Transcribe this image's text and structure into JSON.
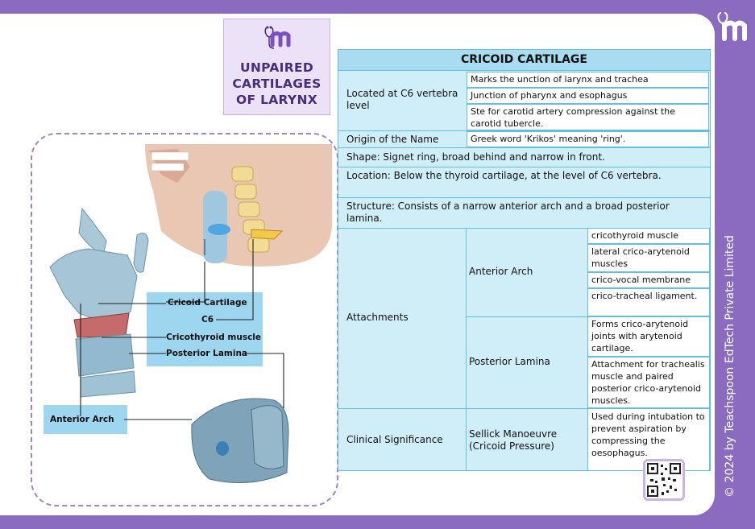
{
  "title": {
    "lines": [
      "UNPAIRED",
      "CARTILAGES",
      "OF LARYNX"
    ]
  },
  "copyright": "© 2024 by Teachspoon EdTech Private Limited",
  "table": {
    "header": "CRICOID CARTILAGE",
    "located": {
      "label": "Located at C6 vertebra level",
      "items": [
        "Marks the unction of larynx and trachea",
        "Junction of pharynx and esophagus",
        "Ste for carotid artery compression against the carotid tubercle."
      ]
    },
    "origin": {
      "label": "Origin of the Name",
      "value": "Greek word 'Krikos' meaning 'ring'."
    },
    "shape": "Shape: Signet ring, broad behind and narrow in front.",
    "location": "Location: Below the thyroid cartilage, at the level of C6 vertebra.",
    "structure": "Structure: Consists of a narrow anterior arch and a broad posterior lamina.",
    "attachments": {
      "label": "Attachments",
      "anterior_arch": {
        "label": "Anterior Arch",
        "items": [
          "cricothyroid muscle",
          "lateral crico-arytenoid muscles",
          "crico-vocal membrane",
          "crico-tracheal ligament."
        ]
      },
      "posterior_lamina": {
        "label": "Posterior Lamina",
        "items": [
          "Forms crico-arytenoid joints with arytenoid cartilage.",
          "Attachment for trachealis muscle and paired posterior crico-arytenoid muscles."
        ]
      }
    },
    "clinical": {
      "label": "Clinical Significance",
      "sub": "Sellick Manoeuvre (Cricoid Pressure)",
      "value": "Used during intubation to prevent aspiration by compressing the oesophagus."
    }
  },
  "diagram": {
    "labels": {
      "cricoid": "Cricoid Cartilage",
      "c6": "C6",
      "cricothyroid": "Cricothyroid muscle",
      "posterior": "Posterior Lamina",
      "anterior": "Anterior Arch"
    }
  },
  "colors": {
    "purple": "#8a6bc0",
    "table_bg": "#cfeef8",
    "table_border": "#61bfe0",
    "label_box": "#9fd6ef"
  }
}
